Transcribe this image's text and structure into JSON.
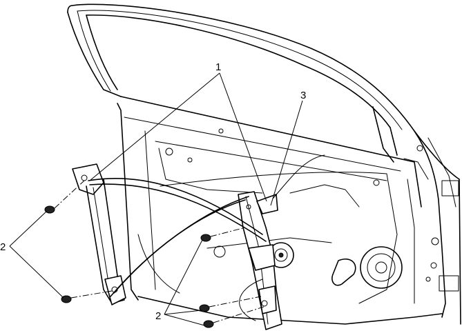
{
  "callouts": {
    "one": "1",
    "two_left": "2",
    "two_bottom": "2",
    "three": "3"
  },
  "colors": {
    "line": "#000000",
    "background": "#ffffff"
  }
}
